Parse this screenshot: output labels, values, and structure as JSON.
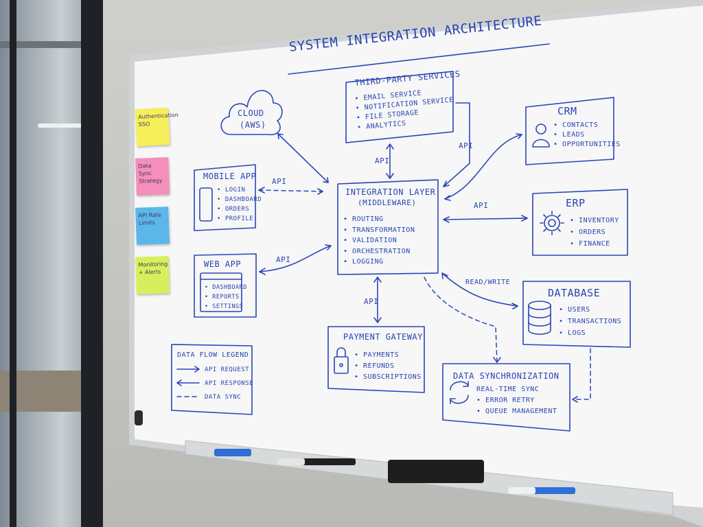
{
  "title": "SYSTEM INTEGRATION ARCHITECTURE",
  "sticky_notes": [
    {
      "text": "Authentication SSO",
      "color": "#f6ef5a"
    },
    {
      "text": "Data Sync Strategy",
      "color": "#f58ebb"
    },
    {
      "text": "API Rate Limits",
      "color": "#5bb7ea"
    },
    {
      "text": "Monitoring + Alerts",
      "color": "#d8ef5c"
    }
  ],
  "cloud": {
    "line1": "CLOUD",
    "line2": "(AWS)"
  },
  "third_party": {
    "title": "THIRD-PARTY SERVICES",
    "items": [
      "EMAIL SERVICE",
      "NOTIFICATION SERVICE",
      "FILE STORAGE",
      "ANALYTICS"
    ]
  },
  "crm": {
    "title": "CRM",
    "items": [
      "CONTACTS",
      "LEADS",
      "OPPORTUNITIES"
    ]
  },
  "mobile_app": {
    "title": "MOBILE APP",
    "items": [
      "LOGIN",
      "DASHBOARD",
      "ORDERS",
      "PROFILE"
    ]
  },
  "integration_layer": {
    "title": "INTEGRATION LAYER",
    "subtitle": "(MIDDLEWARE)",
    "items": [
      "ROUTING",
      "TRANSFORMATION",
      "VALIDATION",
      "ORCHESTRATION",
      "LOGGING"
    ]
  },
  "erp": {
    "title": "ERP",
    "items": [
      "INVENTORY",
      "ORDERS",
      "FINANCE"
    ]
  },
  "web_app": {
    "title": "WEB APP",
    "items": [
      "DASHBOARD",
      "REPORTS",
      "SETTINGS"
    ]
  },
  "database": {
    "title": "DATABASE",
    "items": [
      "USERS",
      "TRANSACTIONS",
      "LOGS"
    ]
  },
  "payment_gateway": {
    "title": "PAYMENT GATEWAY",
    "items": [
      "PAYMENTS",
      "REFUNDS",
      "SUBSCRIPTIONS"
    ]
  },
  "data_sync": {
    "title": "DATA SYNCHRONIZATION",
    "items": [
      "REAL-TIME SYNC",
      "ERROR RETRY",
      "QUEUE MANAGEMENT"
    ]
  },
  "legend": {
    "title": "DATA FLOW LEGEND",
    "items": [
      "API REQUEST",
      "API RESPONSE",
      "DATA SYNC"
    ]
  },
  "arrow_labels": {
    "mobile": "API",
    "third_party": "API",
    "crm": "API",
    "erp": "API",
    "web": "API",
    "database": "READ/WRITE",
    "payment": "API"
  },
  "colors": {
    "ink": "#2b45b7",
    "board": "#f7f8f7",
    "tray": "#d9dcdc"
  },
  "icons": [
    "cloud-icon",
    "phone-icon",
    "browser-icon",
    "person-icon",
    "gear-icon",
    "database-icon",
    "lock-icon",
    "sync-icon"
  ]
}
